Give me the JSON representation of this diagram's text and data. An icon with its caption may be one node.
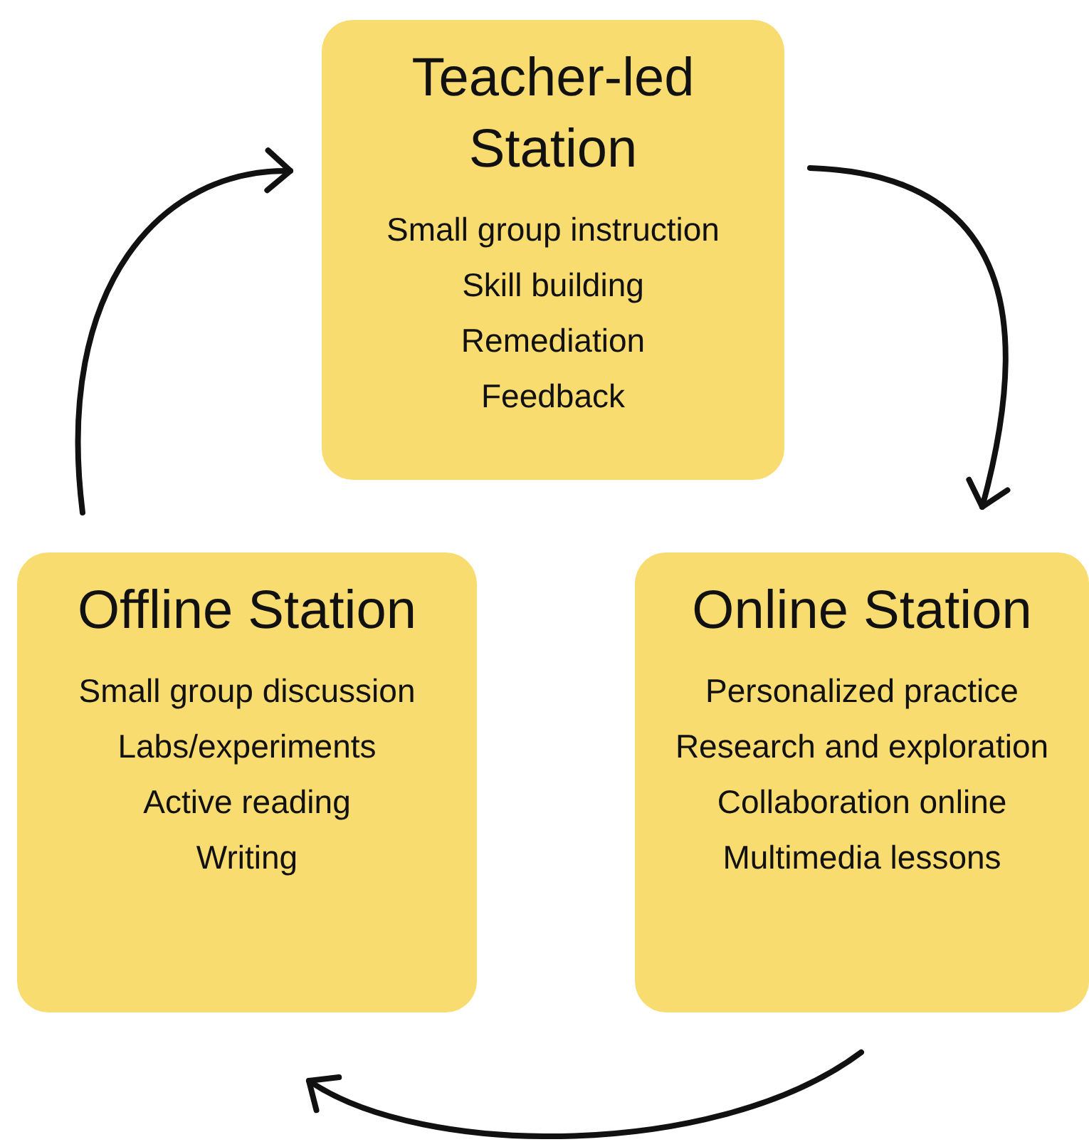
{
  "diagram": {
    "nodes": [
      {
        "text": [
          "Teacher-led Station",
          "Small group instruction",
          "Skill building",
          "Remediation",
          "Feedback"
        ]
      },
      {
        "text": [
          "Offline Station",
          "Small group discussion",
          "Labs/experiments",
          "Active reading",
          "Writing"
        ]
      },
      {
        "text": [
          "Online Station",
          "Personalized practice",
          "Research and exploration",
          "Collaboration online",
          "Multimedia lessons"
        ]
      }
    ],
    "edges": [
      {
        "from": 1,
        "to": 0,
        "arrow": "to"
      },
      {
        "from": 0,
        "to": 2,
        "arrow": "to"
      },
      {
        "from": 2,
        "to": 1,
        "arrow": "to"
      }
    ]
  }
}
